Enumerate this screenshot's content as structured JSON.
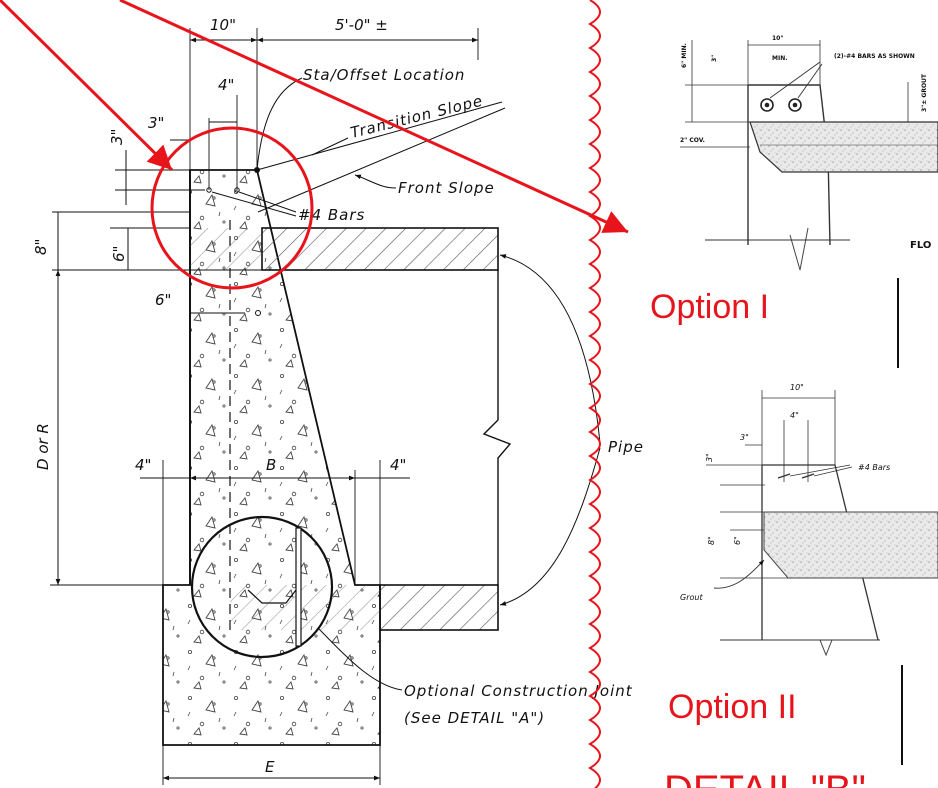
{
  "colors": {
    "annotation": "#e8141c",
    "line": "#111111",
    "hatch": "#555555"
  },
  "left_drawing": {
    "dims": {
      "top_width": "10\"",
      "offset": "5'-0\" ±",
      "bar_spacing": "4\"",
      "edge_cover": "3\"",
      "top_drop": "3\"",
      "total_depth": "8\"",
      "slab": "6\"",
      "stem_inset": "6\"",
      "height": "D or R",
      "left_footing": "4\"",
      "right_footing": "4\"",
      "base": "B",
      "footing_width": "E"
    },
    "notes": {
      "sta_offset": "Sta/Offset Location",
      "transition_slope": "Transition Slope",
      "front_slope": "Front Slope",
      "bars": "#4 Bars",
      "pipe": "Pipe",
      "joint_line1": "Optional Construction Joint",
      "joint_line2": "(See DETAIL \"A\")"
    }
  },
  "option1": {
    "label": "Option I",
    "dims": {
      "width": "10\"",
      "min": "MIN.",
      "min_height": "6\" MIN.",
      "drop": "3\"",
      "grout": "3\"± GROUT",
      "cover": "2\" COV."
    },
    "bars": "(2)-#4 BARS AS SHOWN",
    "floor": "FLO"
  },
  "option2": {
    "label": "Option II",
    "dims": {
      "width": "10\"",
      "spacing": "4\"",
      "edge": "3\"",
      "drop": "3\"",
      "depth": "8\"",
      "slab": "6\""
    },
    "bars": "#4 Bars",
    "grout": "Grout"
  },
  "detail_title": "DETAIL \"B\""
}
